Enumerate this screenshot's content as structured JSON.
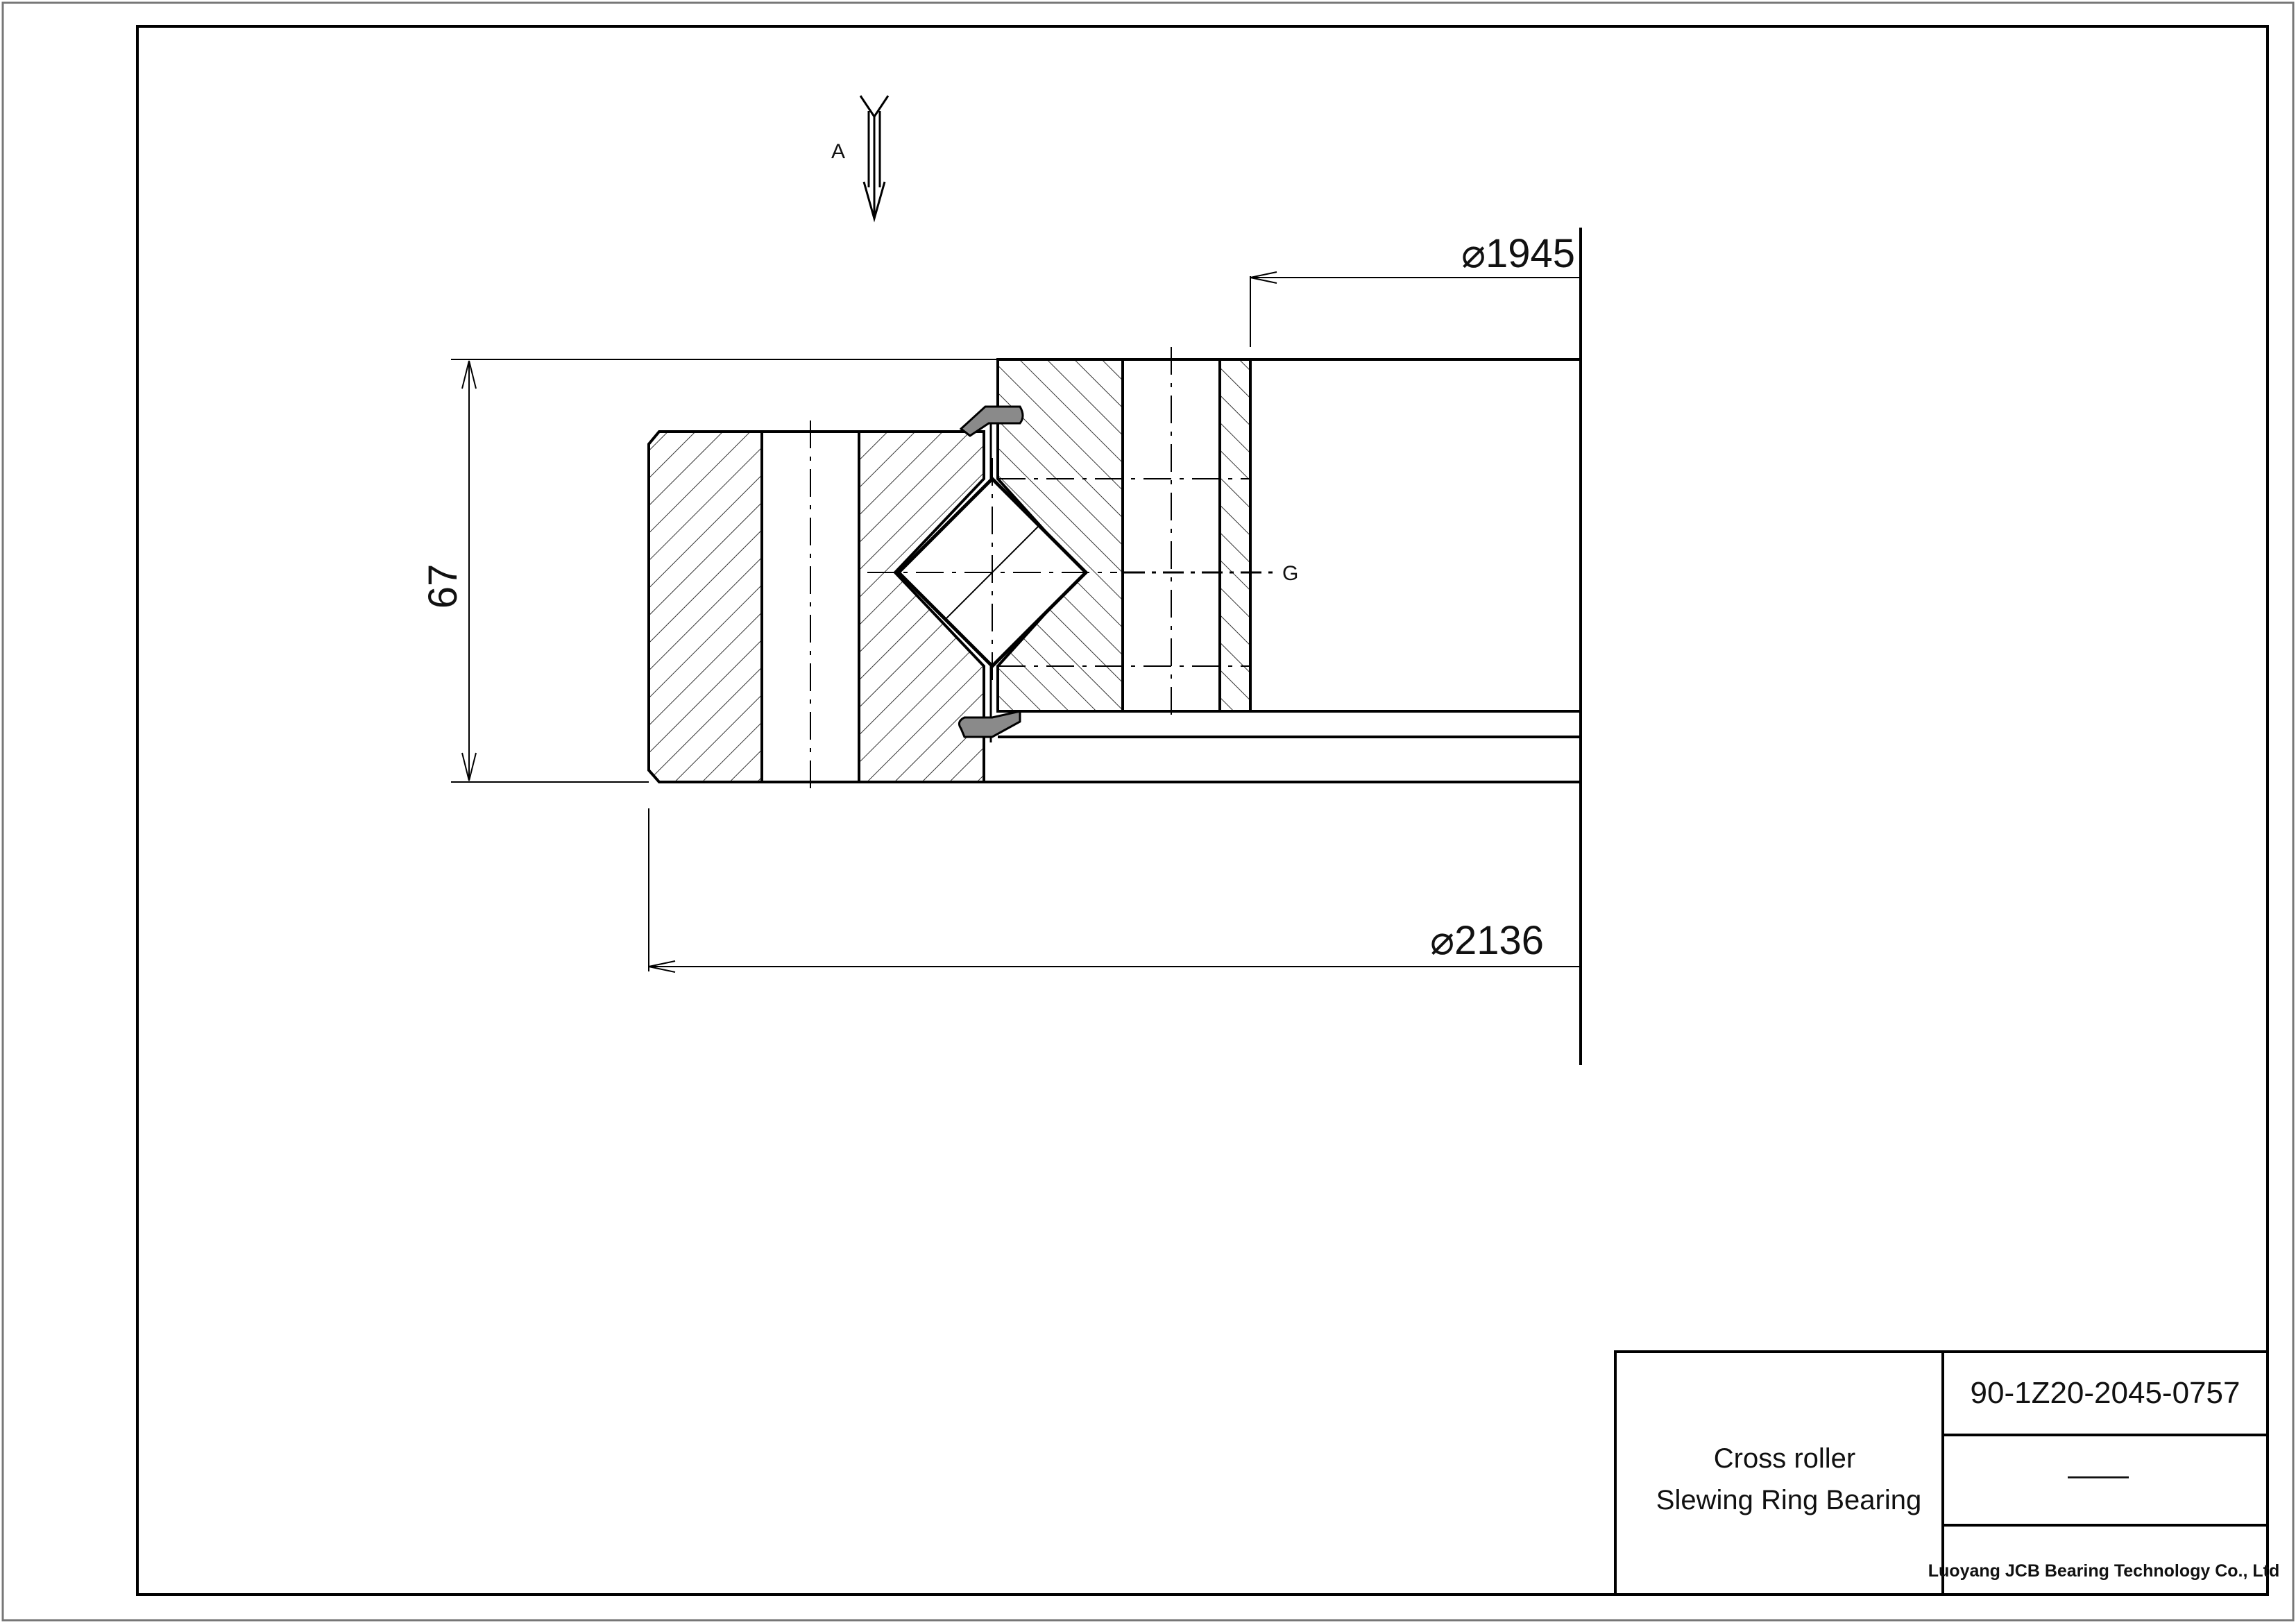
{
  "drawing": {
    "view_label": "A",
    "feature_label": "G",
    "height_dimension": "67",
    "inner_diameter": "⌀1945",
    "outer_diameter": "⌀2136"
  },
  "title_block": {
    "product_line1": "Cross  roller",
    "product_line2": "Slewing Ring Bearing",
    "drawing_number": "90-1Z20-2045-0757",
    "scale_cell": "——",
    "company": "Luoyang JCB Bearing Technology Co., Ltd"
  },
  "colors": {
    "line": "#000000",
    "seal": "#8a8a8a"
  }
}
